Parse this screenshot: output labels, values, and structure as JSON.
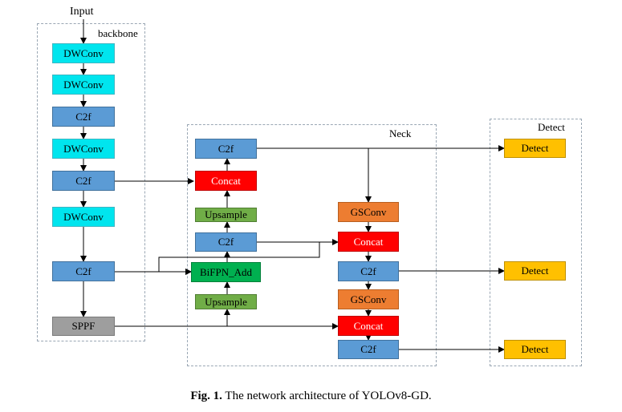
{
  "input_label": "Input",
  "regions": {
    "backbone": "backbone",
    "neck": "Neck",
    "detect": "Detect"
  },
  "nodes": {
    "b1": "DWConv",
    "b2": "DWConv",
    "b3": "C2f",
    "b4": "DWConv",
    "b5": "C2f",
    "b6": "DWConv",
    "b7": "C2f",
    "sppf": "SPPF",
    "n_c2f_top": "C2f",
    "n_concat_top": "Concat",
    "n_upsample_1": "Upsample",
    "n_c2f_mid": "C2f",
    "n_bifpn": "BiFPN_Add",
    "n_upsample_2": "Upsample",
    "r_gsconv_1": "GSConv",
    "r_concat_1": "Concat",
    "r_c2f_1": "C2f",
    "r_gsconv_2": "GSConv",
    "r_concat_2": "Concat",
    "r_c2f_2": "C2f",
    "detect_1": "Detect",
    "detect_2": "Detect",
    "detect_3": "Detect"
  },
  "caption": {
    "label": "Fig. 1.",
    "text": "The network architecture of YOLOv8-GD."
  }
}
